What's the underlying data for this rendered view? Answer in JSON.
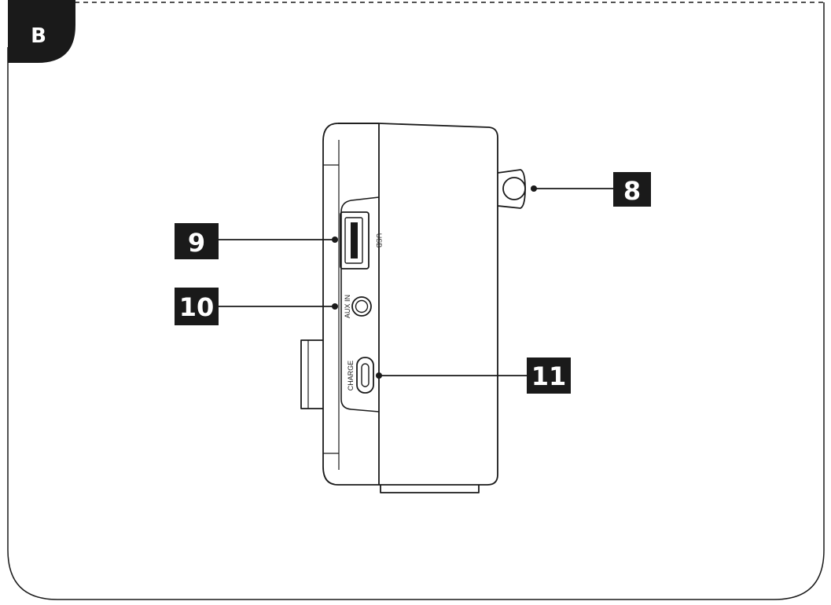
{
  "section": {
    "label": "B"
  },
  "callouts": [
    {
      "id": "8",
      "label": "8",
      "part": "strap-loop"
    },
    {
      "id": "9",
      "label": "9",
      "part": "usb-port"
    },
    {
      "id": "10",
      "label": "10",
      "part": "aux-in-jack"
    },
    {
      "id": "11",
      "label": "11",
      "part": "charge-port"
    }
  ],
  "port_labels": {
    "usb": "USB",
    "aux": "AUX IN",
    "charge": "CHARGE"
  },
  "colors": {
    "line": "#1a1a1a",
    "label_bg": "#1a1a1a",
    "label_text": "#ffffff"
  }
}
